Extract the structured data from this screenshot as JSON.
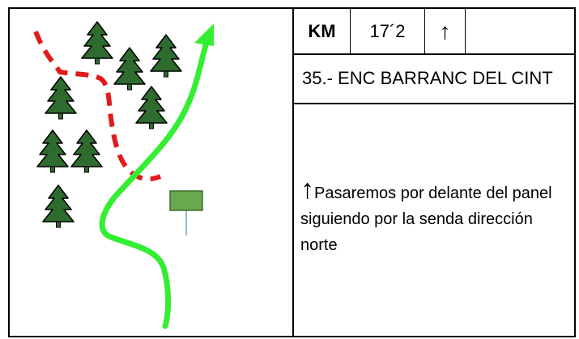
{
  "header": {
    "km_label": "KM",
    "km_value": "17´2",
    "direction_arrow": "↑"
  },
  "title": "35.- ENC BARRANC DEL CINT",
  "description": {
    "arrow": "↑",
    "text": "Pasaremos por delante del panel siguiendo por la senda dirección norte"
  },
  "map": {
    "colors": {
      "tree_fill": "#2e6b2e",
      "tree_outline": "#000000",
      "route_color": "#33ee33",
      "track_color": "#e01b1b",
      "panel_fill": "#6aa84f",
      "panel_pole": "#6fa0d8"
    },
    "icons": [
      "pine-tree-icon",
      "info-panel-icon",
      "route-arrow-icon"
    ]
  }
}
